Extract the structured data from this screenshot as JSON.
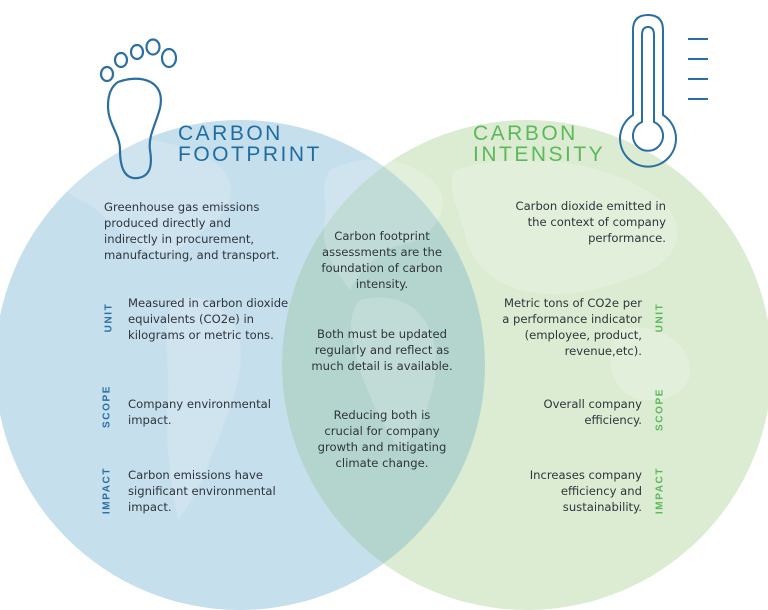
{
  "left_title": {
    "line1": "CARBON",
    "line2": "FOOTPRINT"
  },
  "right_title": {
    "line1": "CARBON",
    "line2": "INTENSITY"
  },
  "left": {
    "definition": "Greenhouse gas emissions produced directly and indirectly in procurement, manufacturing, and transport.",
    "unit_label": "UNIT",
    "unit_text": "Measured in carbon dioxide equivalents (CO2e) in kilograms or metric tons.",
    "scope_label": "SCOPE",
    "scope_text": "Company environmental impact.",
    "impact_label": "IMPACT",
    "impact_text": "Carbon emissions have significant environmental impact."
  },
  "right": {
    "definition": "Carbon dioxide emitted in the context of company performance.",
    "unit_label": "UNIT",
    "unit_text": "Metric tons of CO2e per a performance indicator (employee, product, revenue,etc).",
    "scope_label": "SCOPE",
    "scope_text": "Overall company efficiency.",
    "impact_label": "IMPACT",
    "impact_text": "Increases company efficiency and sustainability."
  },
  "overlap": {
    "item1": "Carbon footprint assessments are the foundation of carbon intensity.",
    "item2": "Both must be updated regularly and reflect as much detail is available.",
    "item3": "Reducing both is crucial for company growth and mitigating climate change."
  },
  "colors": {
    "left_circle": "#c6dfed",
    "right_circle": "#dcecd2",
    "overlap": "#b4d5ce",
    "blue_accent": "#1f6da0",
    "green_accent": "#5cb85a"
  },
  "icons": {
    "left": "footprint-icon",
    "right": "thermometer-icon"
  }
}
